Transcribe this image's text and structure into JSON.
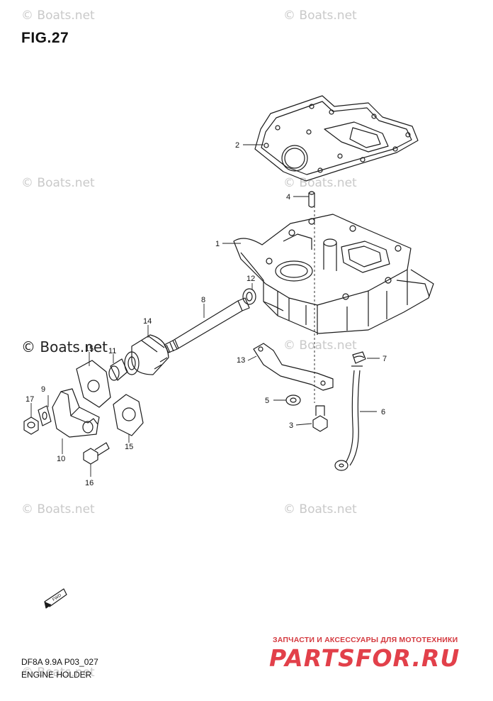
{
  "figure": {
    "title": "FIG.27",
    "code": "DF8A 9.9A P03_027",
    "subtitle": "ENGINE HOLDER"
  },
  "watermarks": [
    "© Boats.net",
    "© Boats.net",
    "© Boats.net",
    "© Boats.net",
    "© Boats.net",
    "© Boats.net",
    "© Boats.net",
    "© Boats.net",
    "© Boats.net"
  ],
  "parts": [
    {
      "no": "1"
    },
    {
      "no": "2"
    },
    {
      "no": "3"
    },
    {
      "no": "4"
    },
    {
      "no": "5"
    },
    {
      "no": "6"
    },
    {
      "no": "7"
    },
    {
      "no": "8"
    },
    {
      "no": "9"
    },
    {
      "no": "10"
    },
    {
      "no": "11"
    },
    {
      "no": "12"
    },
    {
      "no": "13"
    },
    {
      "no": "14"
    },
    {
      "no": "15"
    },
    {
      "no": "15"
    },
    {
      "no": "16"
    },
    {
      "no": "17"
    }
  ],
  "fwd_label": "FWD",
  "shop": {
    "line": "ЗАПЧАСТИ И АКСЕССУАРЫ ДЛЯ МОТОТЕХНИКИ",
    "logo": "PARTSFOR.RU"
  }
}
